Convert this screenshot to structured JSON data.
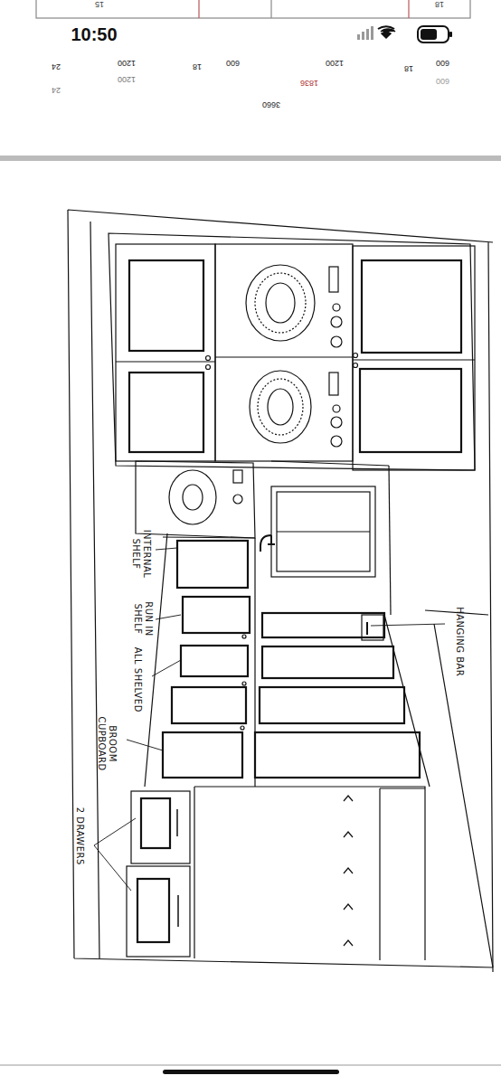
{
  "diagram": {
    "labels": [
      "10:50",
      "15",
      "18",
      "24",
      "1200",
      "18",
      "600",
      "1200",
      "18",
      "600",
      "24",
      "1200",
      "1836",
      "600",
      "3660",
      "INTERNAL SHELF",
      "RUN IN SHELF",
      "ALL SHELVED",
      "BROOM CUPBOARD",
      "2 DRAWERS",
      "HANGING BAR"
    ]
  }
}
